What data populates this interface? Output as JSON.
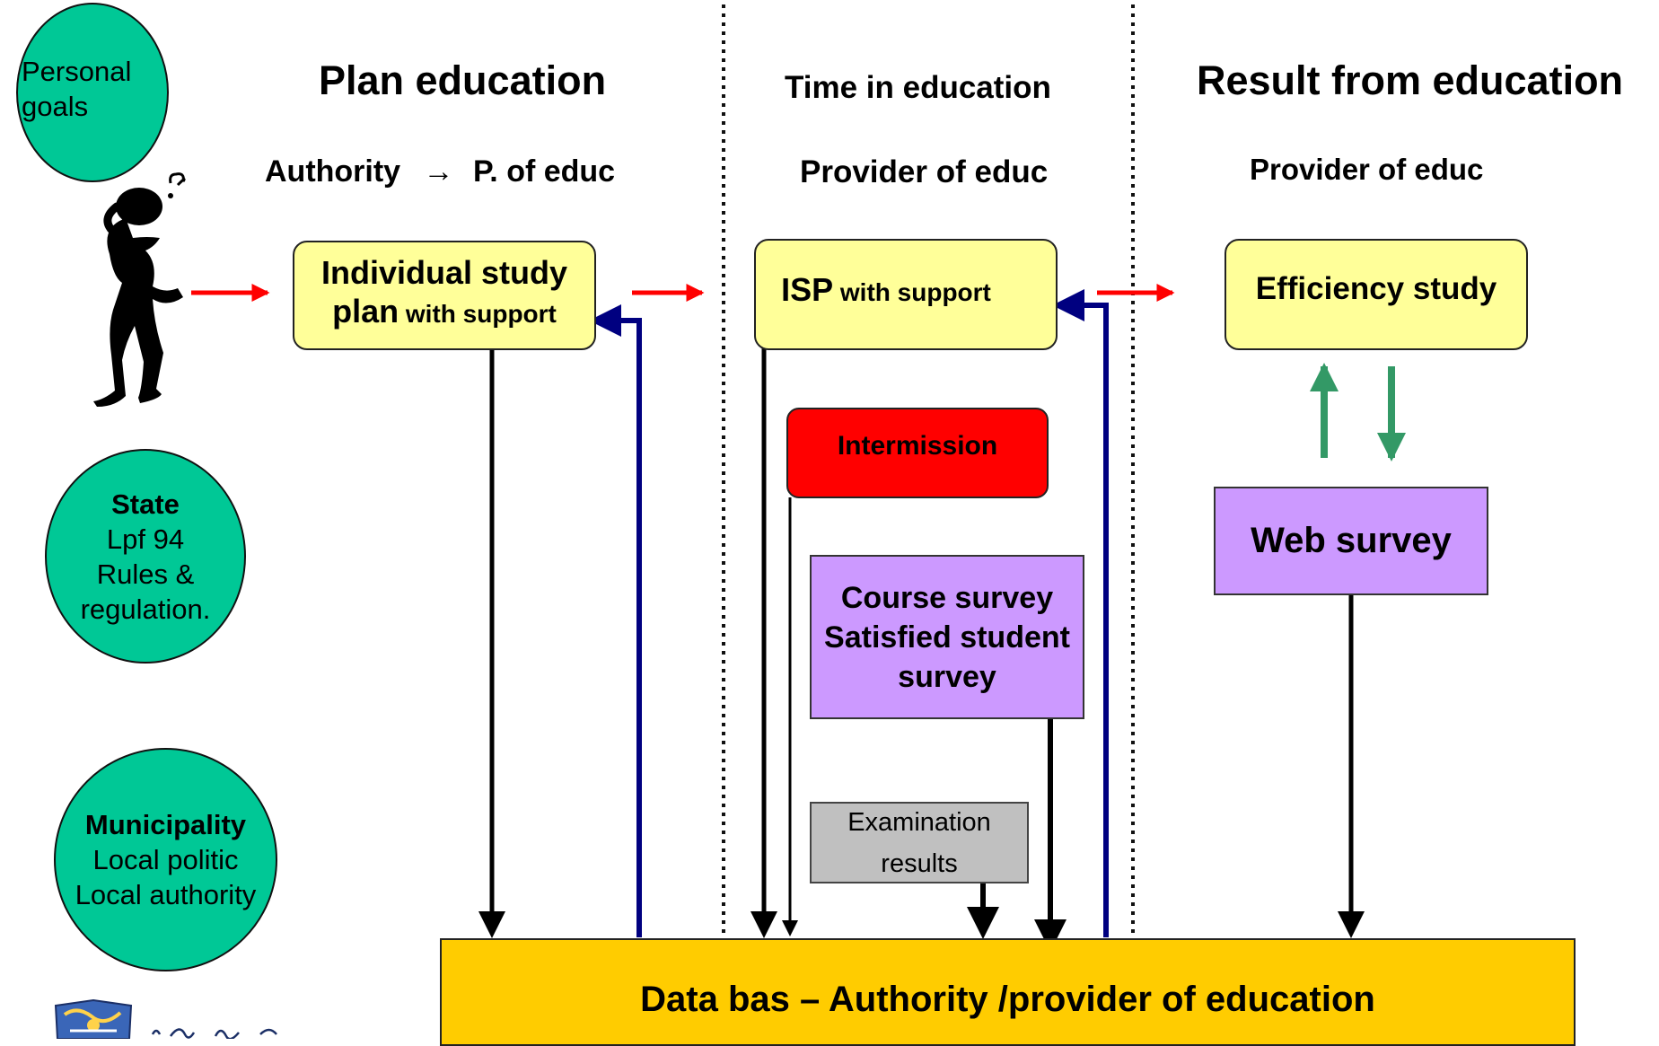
{
  "columns": {
    "plan": {
      "title": "Plan education",
      "from": "Authority",
      "arrow": "→",
      "to": "P. of educ"
    },
    "time": {
      "title": "Time in education",
      "subtitle": "Provider of educ"
    },
    "result": {
      "title": "Result from education",
      "subtitle": "Provider of educ"
    }
  },
  "circles": {
    "personal": {
      "line1": "Personal",
      "line2": "goals"
    },
    "state": {
      "title": "State",
      "line1": "Lpf 94",
      "line2": "Rules &",
      "line3": "regulation."
    },
    "municipality": {
      "title": "Municipality",
      "line1": "Local politic",
      "line2": "Local authority"
    }
  },
  "boxes": {
    "isp_plan": {
      "line1": "Individual study",
      "line2_big": "plan",
      "line2_small": " with support"
    },
    "isp": {
      "big": "ISP",
      "small": " with support"
    },
    "efficiency": "Efficiency study",
    "intermission": "Intermission",
    "course_survey": {
      "line1": "Course survey",
      "line2": "Satisfied student",
      "line3": "survey"
    },
    "web_survey": "Web survey",
    "exam": {
      "line1": "Examination",
      "line2": "results"
    },
    "database": "Data bas – Authority /provider of education"
  },
  "colors": {
    "circle": "#00c896",
    "yellow_box": "#ffff99",
    "intermission": "#ff0000",
    "survey": "#cc99ff",
    "exam": "#c0c0c0",
    "database": "#ffcc00",
    "red_arrow": "#ff0000",
    "blue_arrow": "#000080",
    "green_arrow": "#339966"
  },
  "icons": [
    "thinking-person-icon",
    "crest-logo-icon"
  ]
}
